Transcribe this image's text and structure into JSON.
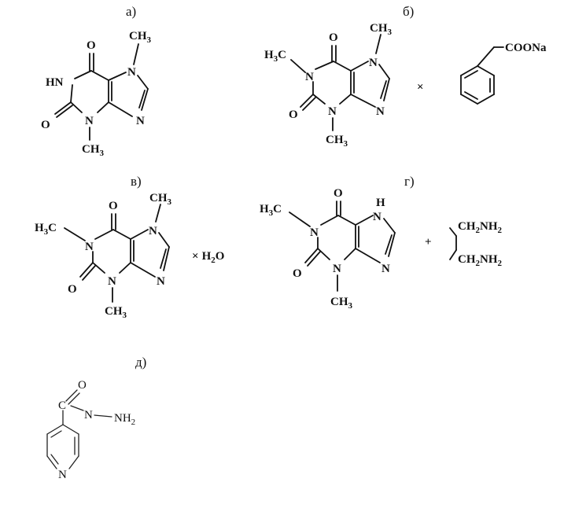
{
  "labels": {
    "a": "а)",
    "b": "б)",
    "v": "в)",
    "g": "г)",
    "d": "д)"
  },
  "atoms": {
    "ch3": "CH",
    "h3c": "H",
    "c_of_h3c": "C",
    "sub3": "3",
    "hn": "HN",
    "o": "O",
    "n": "N",
    "h": "H",
    "cooNa": "COONa",
    "times": "×",
    "h2o_h": "H",
    "h2o_2": "2",
    "h2o_o": "O",
    "plus": "+",
    "ch2nh2_a": "CH",
    "ch2nh2_b": "2",
    "ch2nh2_c": "NH",
    "ch2nh2_d": "2",
    "c": "C",
    "nh2_a": "NH",
    "nh2_b": "2",
    "hydrazide_n": "N"
  }
}
